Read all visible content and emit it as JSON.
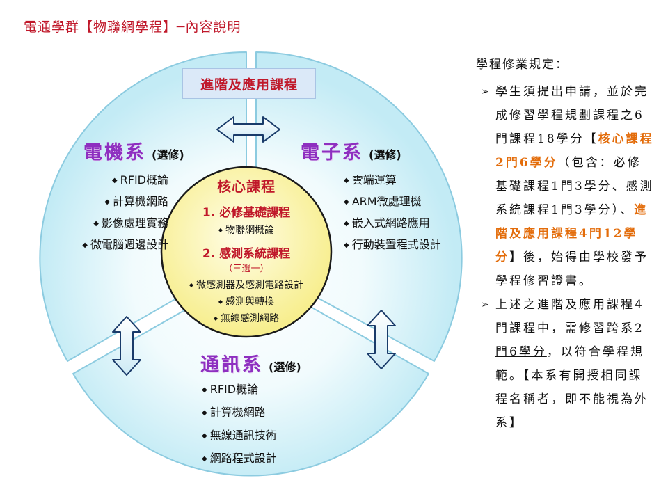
{
  "title": "電通學群【物聯網學程】─內容說明",
  "advanced_box": "進階及應用課程",
  "departments": {
    "ee": {
      "name": "電機系",
      "elective": "(選修)",
      "courses": [
        "RFID概論",
        "計算機網路",
        "影像處理實務",
        "微電腦週邊設計"
      ]
    },
    "electronics": {
      "name": "電子系",
      "elective": "(選修)",
      "courses": [
        "雲端運算",
        "ARM微處理機",
        "嵌入式網路應用",
        "行動裝置程式設計"
      ]
    },
    "comm": {
      "name": "通訊系",
      "elective": "(選修)",
      "courses": [
        "RFID概論",
        "計算機網路",
        "無線通訊技術",
        "網路程式設計"
      ]
    }
  },
  "core": {
    "title": "核心課程",
    "required_title": "1. 必修基礎課程",
    "required_item": "物聯網概論",
    "sensing_title": "2. 感測系統課程",
    "sensing_note": "（三選一）",
    "sensing_items": [
      "微感測器及感測電路設計",
      "感測與轉換",
      "無線感測網路"
    ]
  },
  "rules": {
    "heading": "學程修業規定：",
    "rule1": {
      "p1": "學生須提出申請，並於完成修習學程規劃課程之6門課程18學分",
      "p2": "【",
      "p3": "核心課程2門6學分",
      "p4": "（包含：必修基礎課程1門3學分、感測系統課程1門3學分）、",
      "p5": "進階及應用課程4門12學分",
      "p6": "】後，始得由學校發予學程修習證書。"
    },
    "rule2": {
      "p1": "上述之進階及應用課程4門課程中，需修習跨系",
      "p2": "2門6學分",
      "p3": "，以符合學程規範。【本系有開授相同課程名稱者，即不能視為外系】"
    }
  },
  "colors": {
    "title_red": "#c0182a",
    "dept_purple": "#8e2fc0",
    "orange": "#e36c0a",
    "core_yellow": "#fbf6a8",
    "sector_cyan": "#e1f6fb",
    "sector_border": "#8ccbe0"
  }
}
